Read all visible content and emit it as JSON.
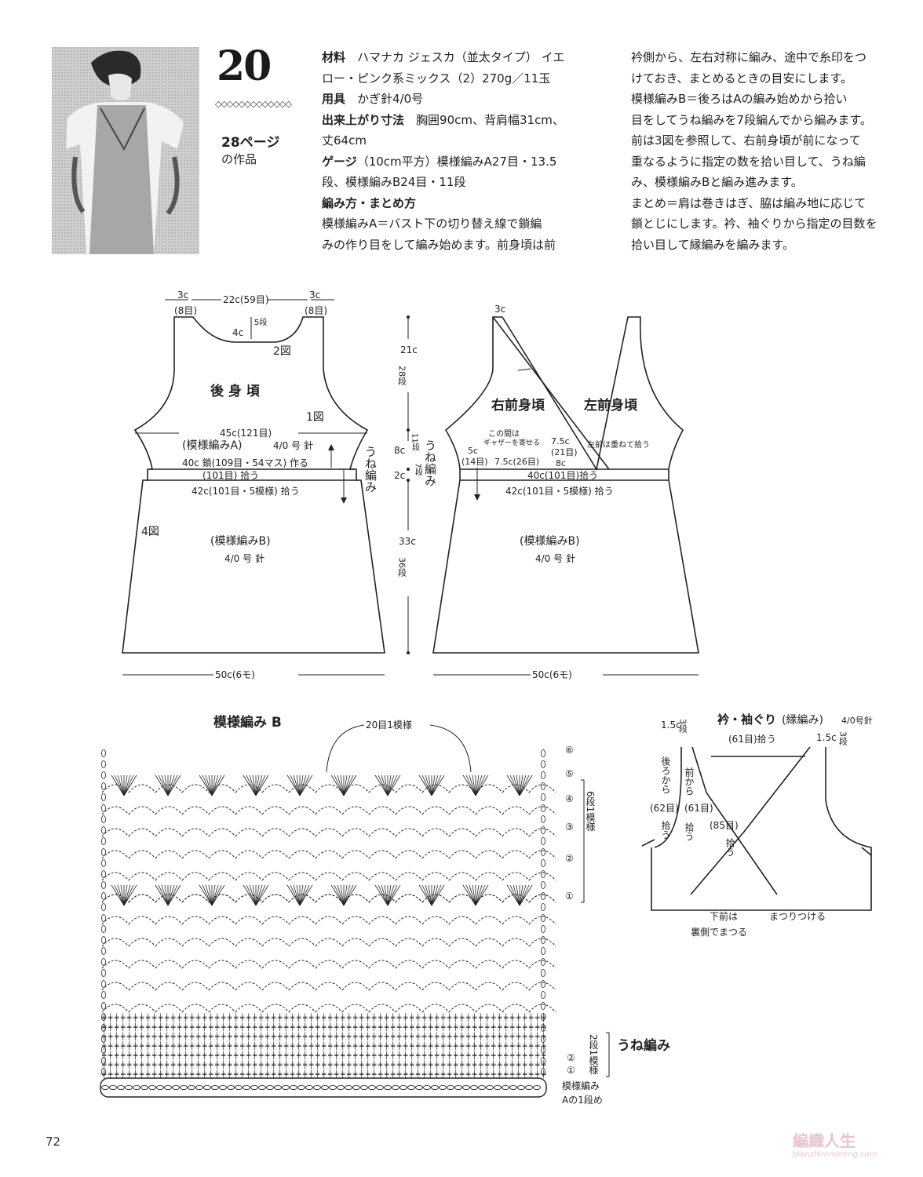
{
  "header": {
    "number": "20",
    "ref_page": "28ページ",
    "ref_caption": "の作品"
  },
  "materials": {
    "label_material": "材料",
    "material_text_1": "ハマナカ ジェスカ（並太タイプ） イエ",
    "material_text_2": "ロー・ピンク系ミックス（2）270g／11玉",
    "label_tools": "用具",
    "tools_text": "かぎ針4/0号",
    "label_size": "出来上がり寸法",
    "size_text_1": "胸囲90cm、背肩幅31cm、",
    "size_text_2": "丈64cm",
    "label_gauge": "ゲージ",
    "gauge_text_1": "（10cm平方）模様編みA27目・13.5",
    "gauge_text_2": "段、模様編みB24目・11段",
    "label_method": "編み方・まとめ方",
    "method_1": "模様編みA＝バスト下の切り替え線で鎖編",
    "method_2": "みの作り目をして編み始めます。前身頃は前"
  },
  "instructions": [
    "衿側から、左右対称に編み、途中で糸印をつ",
    "けておき、まとめるときの目安にします。",
    "模様編みB＝後ろはAの編み始めから拾い",
    "目をしてうね編みを7段編んでから編みます。",
    "前は3図を参照して、右前身頃が前になって",
    "重なるように指定の数を拾い目して、うね編",
    "み、模様編みBと編み進みます。",
    "まとめ＝肩は巻きはぎ、脇は編み地に応じて",
    "鎖とじにします。衿、袖ぐりから指定の目数を",
    "拾い目して縁編みを編みます。"
  ],
  "back_schematic": {
    "top_left": "3c",
    "top_left_sts": "(8目)",
    "top_mid": "22c(59目)",
    "top_right": "3c",
    "top_right_sts": "(8目)",
    "neck_depth": "4c",
    "neck_rows": "5段",
    "fig2": "2図",
    "body_label": "後 身 頃",
    "fig1": "1図",
    "bust": "45c(121目)",
    "pattern_a": "(模様編みA)",
    "needle_a": "4/0 号 針",
    "chain_cast": "40c 鎖(109目・54マス) 作る",
    "pick_101": "(101目) 拾う",
    "pick_42": "42c(101目・5模様) 拾う",
    "fig4": "4図",
    "pattern_b": "(模様編みB)",
    "needle_b": "4/0 号 針",
    "bottom": "50c(6モ)",
    "une": "うね編み"
  },
  "middle_dims": {
    "d21": "21c",
    "r28": "28段",
    "d8": "8c",
    "r11": "11段",
    "d2": "2c",
    "r7": "7段",
    "d33": "33c",
    "r36": "36段"
  },
  "front_schematic": {
    "top": "3c",
    "right_label": "右前身頃",
    "left_label": "左前身頃",
    "gather_1": "この間は",
    "gather_2": "ギャザーを寄せる",
    "d75a": "7.5c",
    "s21": "(21目)",
    "overlap": "左前は重ねて拾う",
    "d5": "5c",
    "s14": "(14目)",
    "d75b": "7.5c(26目)",
    "d8": "8c",
    "pick_40": "40c(101目)拾う",
    "pick_42": "42c(101目・5模様) 拾う",
    "pattern_b": "(模様編みB)",
    "needle_b": "4/0 号 針",
    "bottom": "50c(6モ)",
    "une": "うね編み"
  },
  "chart": {
    "title": "模様編み B",
    "repeat": "20目1模様",
    "rows": [
      "⑥",
      "⑤",
      "④",
      "③",
      "②",
      "①"
    ],
    "repeat_rows": "6段1模様",
    "une_rows": [
      "②",
      "①"
    ],
    "une_rows_label": "2段1模様",
    "une_label": "うね編み",
    "start_1": "模様編み",
    "start_2": "Aの1段め"
  },
  "edging": {
    "title": "衿・袖ぐり",
    "subtitle": "(縁編み)",
    "needle": "4/0号針",
    "d15a": "1.5c",
    "r3a": "3段",
    "pick61": "(61目)拾う",
    "d15b": "1.5c",
    "r3b": "3段",
    "back_pick": "後ろから",
    "s62": "(62目)",
    "pick_a": "拾う",
    "front_pick": "前から",
    "s61": "(61目)",
    "pick_b": "拾う",
    "s85": "(85目)",
    "pick_c": "拾う",
    "under_1": "下前は",
    "under_2": "裏側でまつる",
    "sew": "まつりつける"
  },
  "footer": {
    "page": "72",
    "wm": "編織人生",
    "wm_url": "bianzhirensheng.com"
  }
}
